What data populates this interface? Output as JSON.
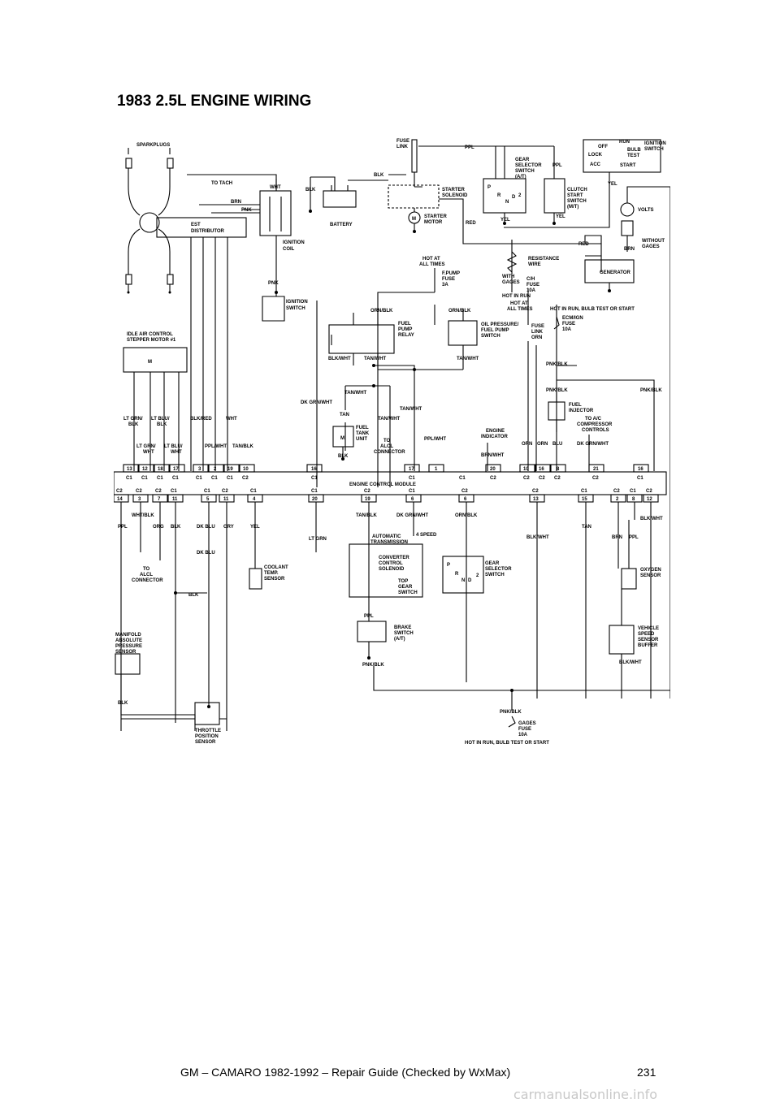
{
  "page": {
    "title": "1983 2.5L ENGINE WIRING",
    "footer_title": "GM – CAMARO 1982-1992 – Repair Guide (Checked by WxMax)",
    "page_number": "231",
    "watermark": "carmanualsonline.info"
  },
  "diagram": {
    "components": {
      "spark_plugs": "SPARKPLUGS",
      "est_distributor": [
        "EST",
        "DISTRIBUTOR"
      ],
      "to_tach": "TO TACH",
      "ignition_coil": [
        "IGNITION",
        "COIL"
      ],
      "ignition_switch_box": [
        "IGNITION",
        "SWITCH"
      ],
      "battery": "BATTERY",
      "fuse_link": [
        "FUSE",
        "LINK"
      ],
      "starter_solenoid": [
        "STARTER",
        "SOLENOID"
      ],
      "starter_motor": [
        "STARTER",
        "MOTOR"
      ],
      "gear_selector_at": [
        "GEAR",
        "SELECTOR",
        "SWITCH",
        "(A/T)"
      ],
      "clutch_start": [
        "CLUTCH",
        "START",
        "SWITCH",
        "(M/T)"
      ],
      "ignition_switch_top": [
        "IGNITION",
        "SWITCH"
      ],
      "ign_positions": [
        "OFF",
        "RUN",
        "BULB",
        "TEST",
        "LOCK",
        "ACC",
        "START"
      ],
      "volts": "VOLTS",
      "without_gages": [
        "WITHOUT",
        "GAGES"
      ],
      "resistance_wire": [
        "RESISTANCE",
        "WIRE"
      ],
      "with_gages": [
        "WITH",
        "GAGES"
      ],
      "generator": "GENERATOR",
      "hot_at_all_times_1": [
        "HOT AT",
        "ALL TIMES"
      ],
      "f_pump_fuse": [
        "F.PUMP",
        "FUSE",
        "3A"
      ],
      "c_h_fuse": [
        "C/H",
        "FUSE",
        "10A"
      ],
      "hot_in_run": "HOT IN RUN",
      "hot_at_all_times_2": [
        "HOT AT",
        "ALL TIMES"
      ],
      "hot_in_run_bulb_start": "HOT IN RUN, BULB TEST OR START",
      "ecm_ign_fuse": [
        "ECM/IGN",
        "FUSE",
        "10A"
      ],
      "fuel_pump_relay": [
        "FUEL",
        "PUMP",
        "RELAY"
      ],
      "oil_pressure_switch": [
        "OIL PRESSURE/",
        "FUEL PUMP",
        "SWITCH"
      ],
      "fuse_link_orn": [
        "FUSE",
        "LINK",
        "ORN"
      ],
      "iac_motor": [
        "IDLE AIR CONTROL",
        "STEPPER MOTOR #1"
      ],
      "fuel_tank_unit": [
        "FUEL",
        "TANK",
        "UNIT"
      ],
      "to_alcl_connector_1": [
        "TO",
        "ALCL",
        "CONNECTOR"
      ],
      "engine_indicator": [
        "ENGINE",
        "INDICATOR"
      ],
      "fuel_injector": [
        "FUEL",
        "INJECTOR"
      ],
      "to_ac_controls": [
        "TO A/C",
        "COMPRESSOR",
        "CONTROLS"
      ],
      "ecm": "ENGINE CONTROL MODULE",
      "to_alcl_connector_2": [
        "TO",
        "ALCL",
        "CONNECTOR"
      ],
      "coolant_sensor": [
        "COOLANT",
        "TEMP.",
        "SENSOR"
      ],
      "auto_transmission": [
        "AUTOMATIC",
        "TRANSMISSION"
      ],
      "four_speed": "4 SPEED",
      "converter_solenoid": [
        "CONVERTER",
        "CONTROL",
        "SOLENOID"
      ],
      "top_gear_switch": [
        "TOP",
        "GEAR",
        "SWITCH"
      ],
      "gear_selector_2": [
        "GEAR",
        "SELECTOR",
        "SWITCH"
      ],
      "oxygen_sensor": [
        "OXYGEN",
        "SENSOR"
      ],
      "vehicle_speed_sensor": [
        "VEHICLE",
        "SPEED",
        "SENSOR",
        "BUFFER"
      ],
      "map_sensor": [
        "MANIFOLD",
        "ABSOLUTE",
        "PRESSURE",
        "SENSOR"
      ],
      "brake_switch": [
        "BRAKE",
        "SWITCH",
        "(A/T)"
      ],
      "throttle_sensor": [
        "THROTTLE",
        "POSITION",
        "SENSOR"
      ],
      "gages_fuse": [
        "GAGES",
        "FUSE",
        "10A"
      ],
      "hot_in_run_bottom": "HOT IN RUN, BULB TEST OR START",
      "gear_letters_1": [
        "P",
        "R",
        "N",
        "D",
        "2"
      ],
      "gear_letters_2": [
        "P",
        "R",
        "N",
        "D",
        "2"
      ],
      "motor_symbol": "M"
    },
    "wires": {
      "ppl": "PPL",
      "blk": "BLK",
      "wht": "WHT",
      "brn": "BRN",
      "pnk": "PNK",
      "red": "RED",
      "yel": "YEL",
      "orn_blk": "ORN/BLK",
      "blk_wht": "BLK/WHT",
      "tan_wht": "TAN/WHT",
      "dk_grn_wht": "DK GRN/WHT",
      "tan": "TAN",
      "ppl_wht": "PPL/WHT",
      "brn_wht": "BRN/WHT",
      "orn": "ORN",
      "blu": "BLU",
      "pnk_blk": "PNK/BLK",
      "lt_grn_blk": [
        "LT GRN/",
        "BLK"
      ],
      "lt_blu_blk": [
        "LT BLU/",
        "BLK"
      ],
      "blk_red": "BLK/RED",
      "lt_grn_wht": [
        "LT GRN/",
        "WHT"
      ],
      "lt_blu_wht": [
        "LT BLU/",
        "WHT"
      ],
      "tan_blk": "TAN/BLK",
      "wht_blk": "WHT/BLK",
      "org": "ORG",
      "dk_blu": "DK BLU",
      "gry": "GRY",
      "lt_grn": "LT GRN",
      "dk_grn_wht2": "DK GRN/WHT"
    },
    "top_connector": {
      "pins": [
        "13",
        "12",
        "18",
        "17",
        "3",
        "2",
        "19",
        "10",
        "16",
        "17",
        "1",
        "20",
        "10",
        "16",
        "8",
        "21",
        "16"
      ],
      "labels": [
        "C1",
        "C1",
        "C1",
        "C1",
        "C1",
        "C1",
        "C1",
        "C2",
        "C1",
        "C1",
        "C1",
        "C2",
        "C2",
        "C2",
        "C2",
        "C2",
        "C1"
      ]
    },
    "bottom_connector": {
      "labels": [
        "C2",
        "C2",
        "C2",
        "C1",
        "C1",
        "C2",
        "C1",
        "C1",
        "C2",
        "C1",
        "C2",
        "C2",
        "C1",
        "C2",
        "C1",
        "C2"
      ],
      "pins": [
        "14",
        "3",
        "7",
        "11",
        "5",
        "11",
        "4",
        "20",
        "19",
        "6",
        "6",
        "13",
        "15",
        "2",
        "8",
        "12"
      ]
    }
  }
}
